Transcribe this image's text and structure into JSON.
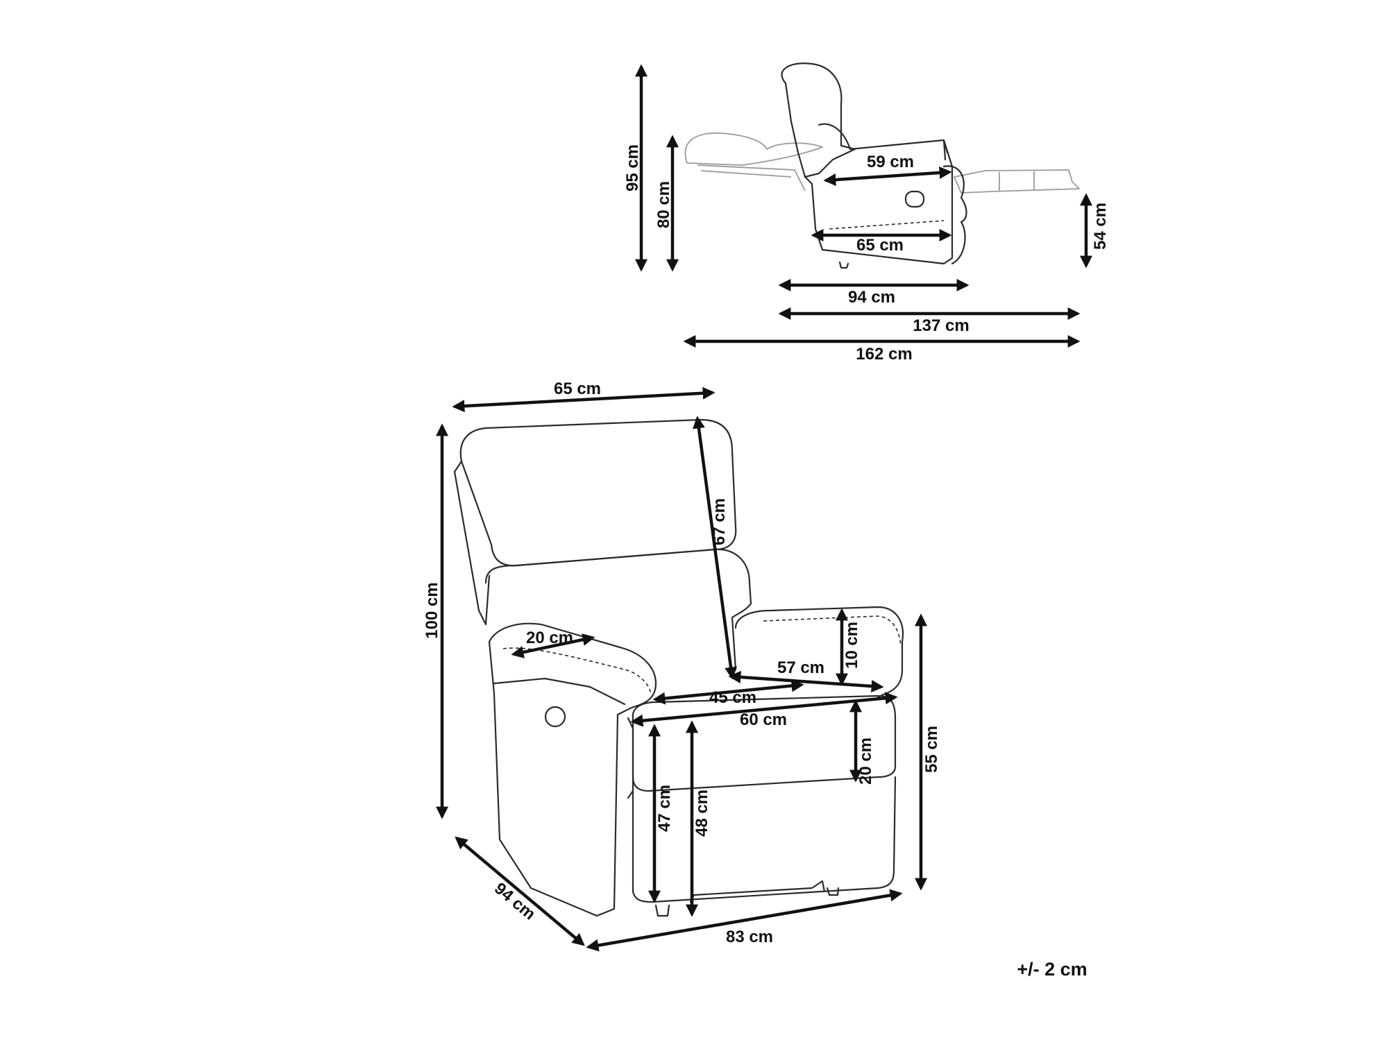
{
  "side_view": {
    "height_total": "95 cm",
    "height_back": "80 cm",
    "seat_depth": "59 cm",
    "seat_width": "65 cm",
    "footrest_height": "54 cm",
    "depth": "94 cm",
    "depth_reclined_front": "137 cm",
    "depth_reclined_full": "162 cm"
  },
  "front_view": {
    "width_top": "65 cm",
    "height": "100 cm",
    "backrest_height": "67 cm",
    "armrest_width": "20 cm",
    "armrest_height": "10 cm",
    "seat_depth": "57 cm",
    "seat_width_inner": "45 cm",
    "seat_width": "60 cm",
    "seat_cushion_height": "20 cm",
    "seat_height_front": "47 cm",
    "seat_height": "48 cm",
    "arm_height": "55 cm",
    "depth": "94 cm",
    "width": "83 cm"
  },
  "tolerance": "+/- 2 cm"
}
